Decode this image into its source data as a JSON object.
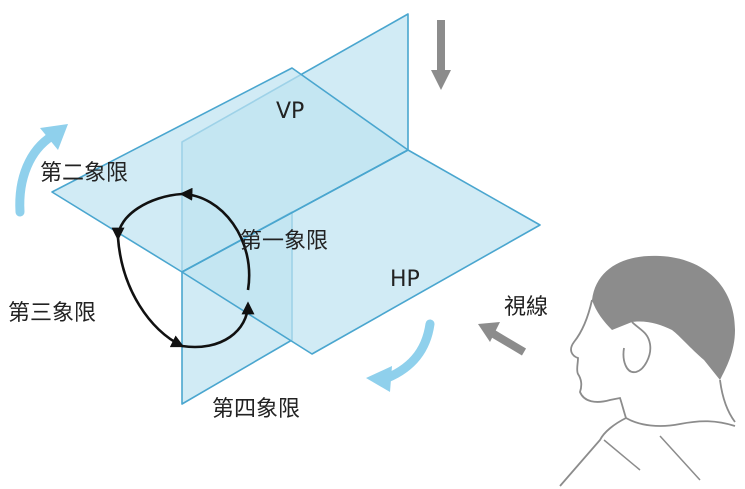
{
  "labels": {
    "vp": "VP",
    "hp": "HP",
    "quadrant_1": "第一象限",
    "quadrant_2": "第二象限",
    "quadrant_3": "第三象限",
    "quadrant_4": "第四象限",
    "line_of_sight": "視線"
  },
  "colors": {
    "plane_fill": "#bfe3f1",
    "plane_edge": "#4aa6cf",
    "rotation_arrow": "#8fd0ec",
    "view_arrow": "#8c8c8c",
    "viewer": "#8c8c8c",
    "cycle": "#111111"
  },
  "icons": {
    "viewer": "person-head-icon",
    "down_arrow": "down-arrow-icon",
    "sight_arrow": "sight-arrow-icon"
  }
}
